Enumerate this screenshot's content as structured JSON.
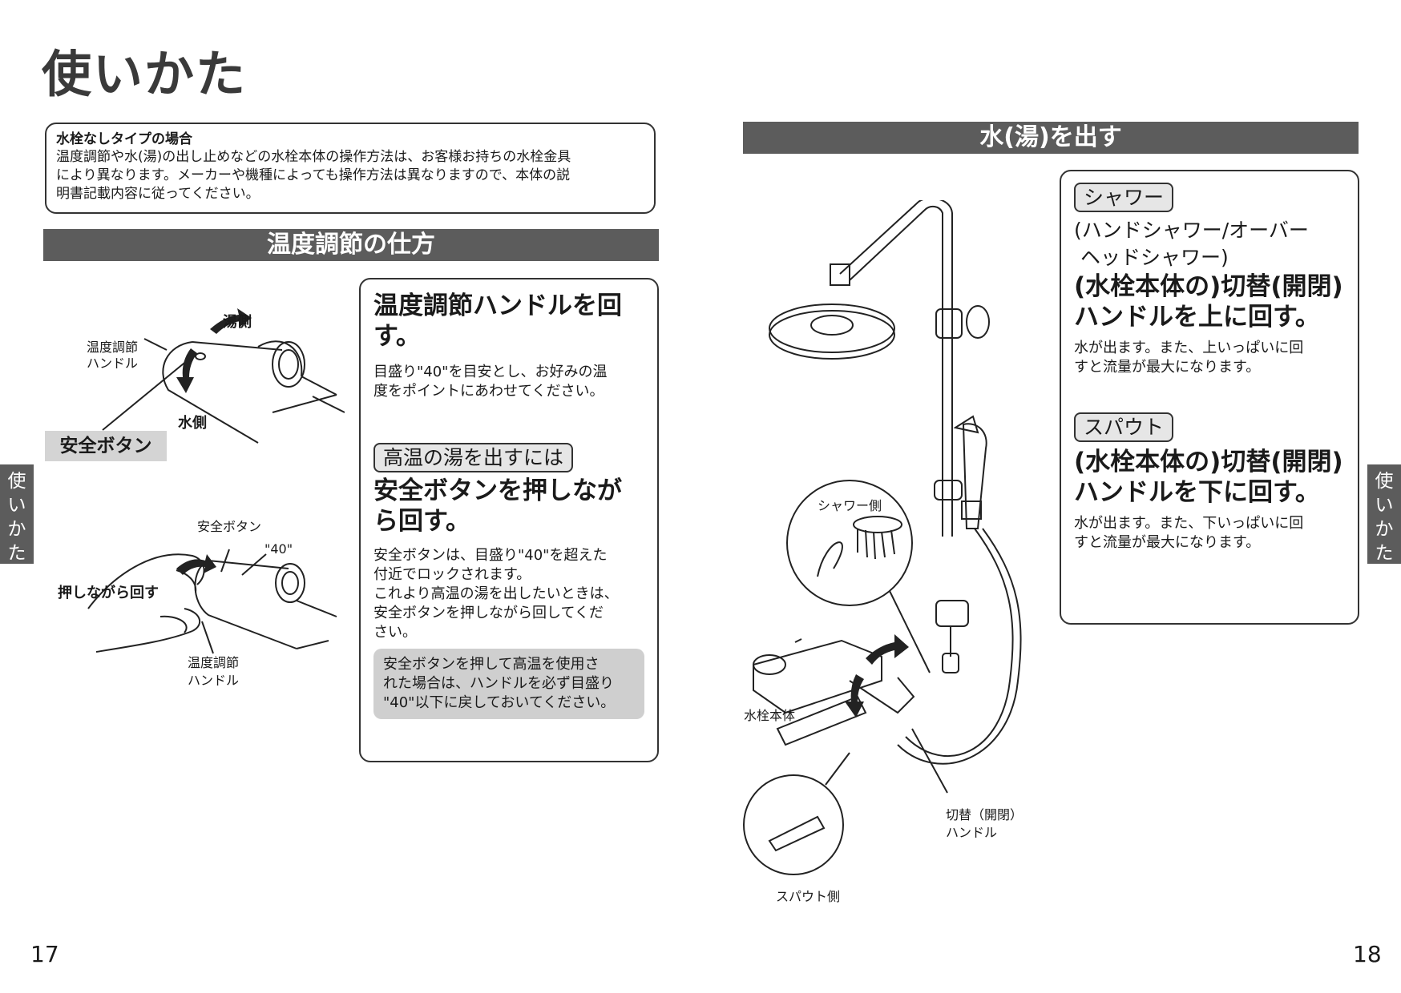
{
  "title": "使いかた",
  "notice": {
    "title": "水栓なしタイプの場合",
    "lines": [
      "温度調節や水(湯)の出し止めなどの水栓本体の操作方法は、お客様お持ちの水栓金具",
      "により異なります。メーカーや機種によっても操作方法は異なりますので、本体の説",
      "明書記載内容に従ってください。"
    ]
  },
  "left_section": {
    "header": "温度調節の仕方",
    "illus1": {
      "hot_side": "湯側",
      "cold_side": "水側",
      "handle_lines": [
        "温度調節",
        "ハンドル"
      ],
      "safety_button": "安全ボタン"
    },
    "illus2": {
      "safety_button": "安全ボタン",
      "mark_40": "\"40\"",
      "push_rotate": "押しながら回す",
      "handle_lines": [
        "温度調節",
        "ハンドル"
      ]
    },
    "box": {
      "heading_lines": [
        "温度調節ハンドルを回",
        "す。"
      ],
      "body_lines": [
        "目盛り\"40\"を目安とし、お好みの温",
        "度をポイントにあわせてください。"
      ],
      "pill": "高温の湯を出すには",
      "heading2_lines": [
        "安全ボタンを押しなが",
        "ら回す。"
      ],
      "body2_lines": [
        "安全ボタンは、目盛り\"40\"を超えた",
        "付近でロックされます。",
        "これより高温の湯を出したいときは、",
        "安全ボタンを押しながら回してくだ",
        "さい。"
      ],
      "note_lines": [
        "安全ボタンを押して高温を使用さ",
        "れた場合は、ハンドルを必ず目盛り",
        "\"40\"以下に戻しておいてください。"
      ]
    }
  },
  "right_section": {
    "header": "水(湯)を出す",
    "illus": {
      "shower_side": "シャワー側",
      "faucet_body": "水栓本体",
      "switch_handle_lines": [
        "切替（開閉）",
        "ハンドル"
      ],
      "spout_side": "スパウト側"
    },
    "box": {
      "pill1": "シャワー",
      "sub_lines": [
        "(ハンドシャワー/オーバー",
        " ヘッドシャワー)"
      ],
      "heading1_lines": [
        "(水栓本体の)切替(開閉)",
        "ハンドルを上に回す。"
      ],
      "body1_lines": [
        "水が出ます。また、上いっぱいに回",
        "すと流量が最大になります。"
      ],
      "pill2": "スパウト",
      "heading2_lines": [
        "(水栓本体の)切替(開閉)",
        "ハンドルを下に回す。"
      ],
      "body2_lines": [
        "水が出ます。また、下いっぱいに回",
        "すと流量が最大になります。"
      ]
    }
  },
  "side_tab": {
    "chars": [
      "使",
      "い",
      "か",
      "た"
    ]
  },
  "page_numbers": {
    "left": "17",
    "right": "18"
  },
  "colors": {
    "header_bar": "#5c5c5c",
    "note_bg": "#cfcfcf",
    "pill_bg": "#e6e6e6"
  }
}
